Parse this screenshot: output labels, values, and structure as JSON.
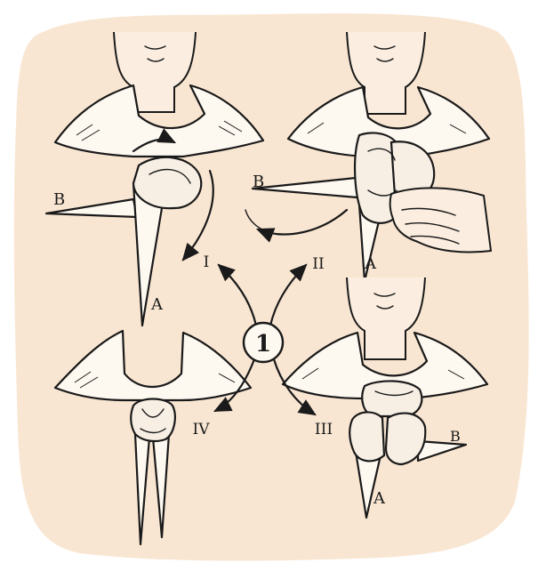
{
  "figure": {
    "center_label": "1",
    "step_labels": [
      "I",
      "II",
      "III",
      "IV"
    ],
    "end_labels": {
      "step1_a": "A",
      "step1_b": "B",
      "step2_a": "A",
      "step2_b": "B",
      "step3_a": "A",
      "step3_b": "B"
    }
  },
  "colors": {
    "background": "#f9e6d2",
    "ink": "#1a1a1a",
    "cloth": "#fdf8f0"
  }
}
